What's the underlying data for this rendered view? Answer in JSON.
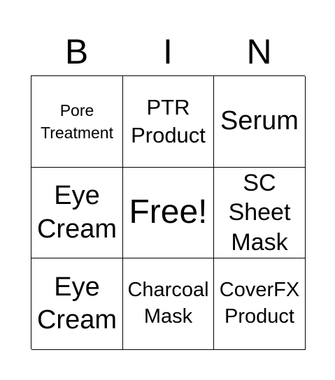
{
  "header": {
    "letters": [
      "B",
      "I",
      "N"
    ]
  },
  "board": {
    "cells": [
      "Pore Treatment",
      "PTR Product",
      "Serum",
      "Eye Cream",
      "Free!",
      "SC Sheet Mask",
      "Eye Cream",
      "Charcoal Mask",
      "CoverFX Product"
    ]
  }
}
